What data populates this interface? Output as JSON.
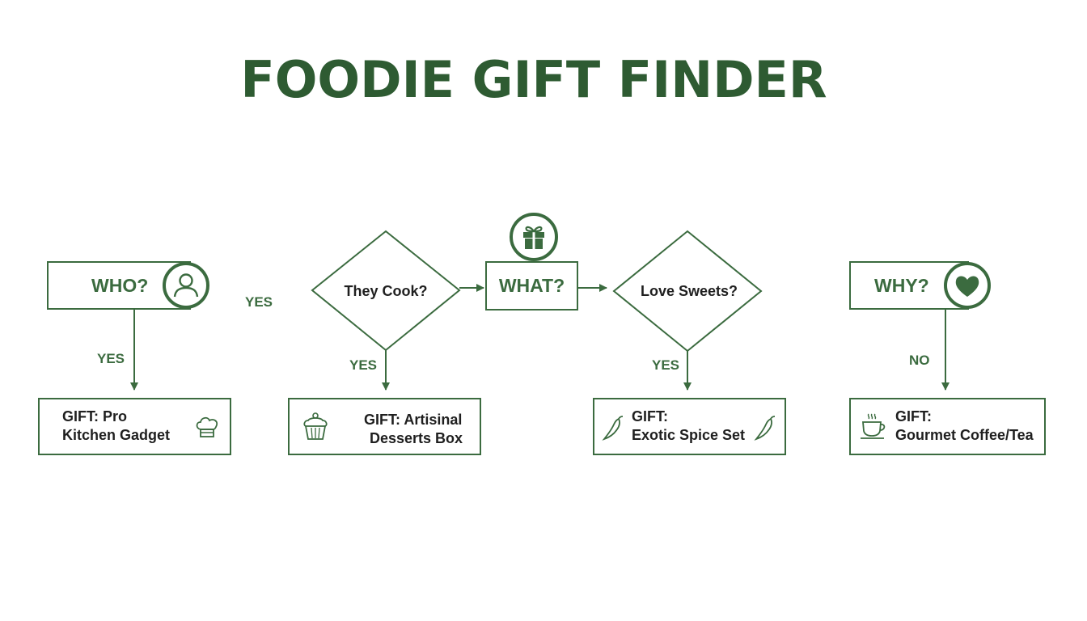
{
  "title": "FOODIE GIFT FINDER",
  "headers": {
    "who": "WHO?",
    "what": "WHAT?",
    "why": "WHY?"
  },
  "decisions": {
    "cook": "They Cook?",
    "sweets": "Love Sweets?"
  },
  "branches": {
    "who_down": "YES",
    "who_right": "YES",
    "cook_down": "YES",
    "sweets_down": "YES",
    "why_down": "NO"
  },
  "gifts": {
    "kitchen": {
      "line1": "GIFT: Pro",
      "line2": "Kitchen Gadget",
      "icon": "chef-hat-icon"
    },
    "desserts": {
      "line1": "GIFT: Artisinal",
      "line2": "Desserts Box",
      "icon": "cupcake-icon"
    },
    "spice": {
      "line1": "GIFT:",
      "line2": "Exotic Spice Set",
      "icon": "chili-pepper-icon"
    },
    "coffee": {
      "line1": "GIFT:",
      "line2": "Gourmet Coffee/Tea",
      "icon": "coffee-cup-icon"
    }
  },
  "colors": {
    "accent": "#3b6b3f",
    "title": "#2e5b32",
    "text": "#1f1f1f",
    "background": "#ffffff"
  }
}
